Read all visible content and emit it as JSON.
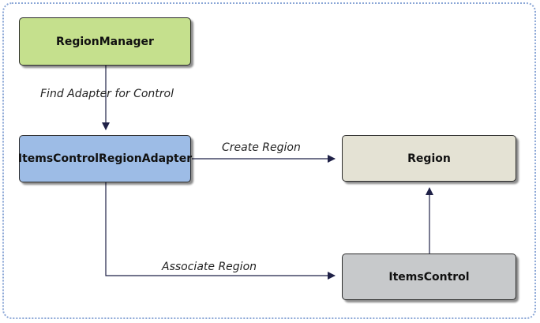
{
  "nodes": {
    "region_manager": {
      "label": "RegionManager",
      "color": "#c5e08d"
    },
    "adapter": {
      "label": "ItemsControlRegionAdapter",
      "color": "#9dbce6"
    },
    "region": {
      "label": "Region",
      "color": "#e4e2d4"
    },
    "items_control": {
      "label": "ItemsControl",
      "color": "#c7c9cb"
    }
  },
  "edges": {
    "find_adapter": {
      "label": "Find Adapter for Control"
    },
    "create_region": {
      "label": "Create Region"
    },
    "associate_region": {
      "label": "Associate Region"
    },
    "items_to_region": {
      "label": ""
    }
  },
  "colors": {
    "arrow": "#1f2147",
    "frame_border": "#8aa6d6"
  }
}
